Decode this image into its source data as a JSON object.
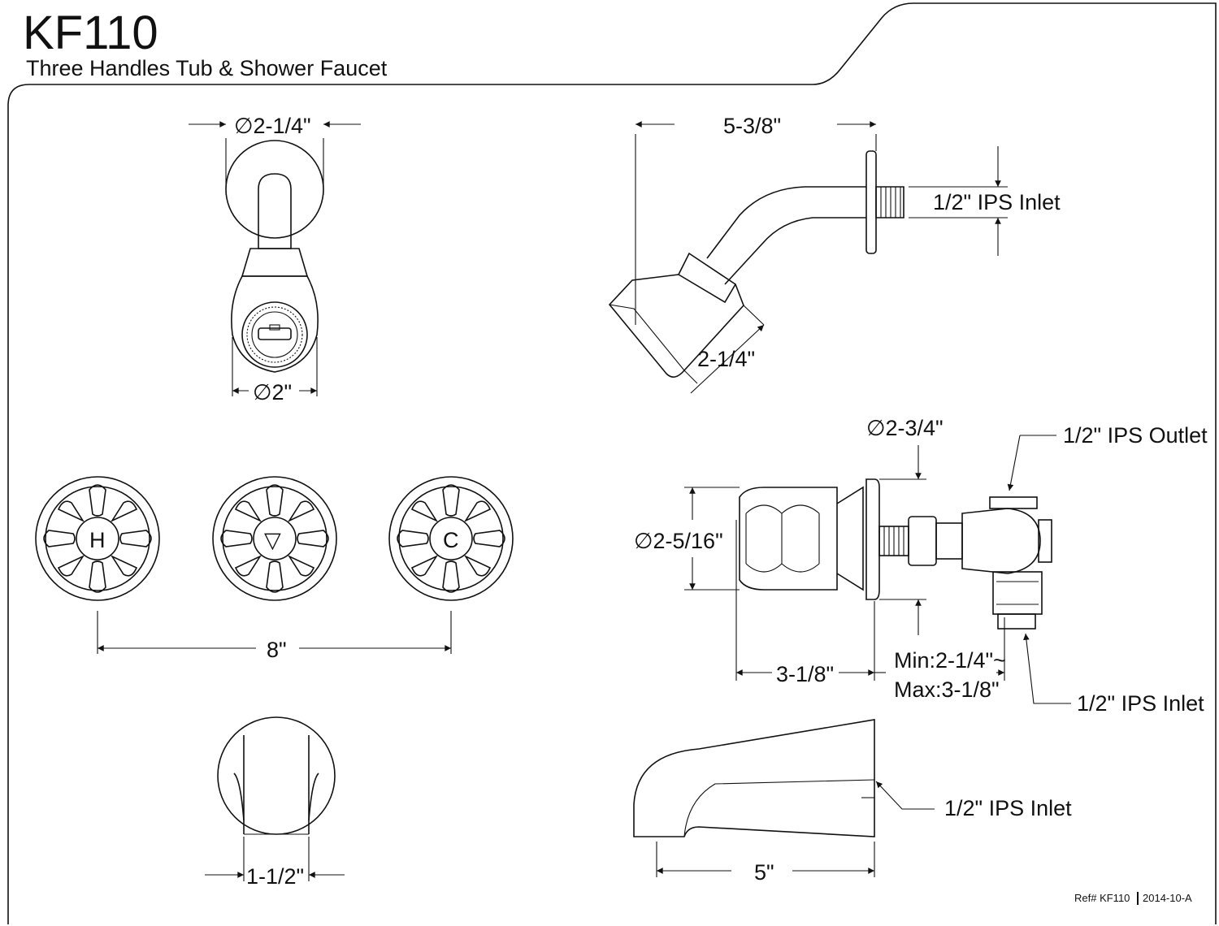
{
  "title": "KF110",
  "subtitle": "Three Handles Tub & Shower Faucet",
  "dimensions": {
    "arm_flange_diameter": "∅2-1/4\"",
    "head_diameter": "∅2\"",
    "arm_length": "5-3/8\"",
    "arm_inlet": "1/2\" IPS Inlet",
    "head_length": "2-1/4\"",
    "handle_spacing": "8\"",
    "escutcheon_diameter": "∅2-3/4\"",
    "handle_diameter": "∅2-5/16\"",
    "valve_outlet": "1/2\" IPS Outlet",
    "handle_length": "3-1/8\"",
    "stem_range_min": "Min:2-1/4\"~",
    "stem_range_max": "Max:3-1/8\"",
    "valve_inlet": "1/2\" IPS Inlet",
    "spout_width": "1-1/2\"",
    "spout_inlet": "1/2\" IPS Inlet",
    "spout_length": "5\""
  },
  "handles": [
    {
      "label": "H"
    },
    {
      "label": "▽"
    },
    {
      "label": "C"
    }
  ],
  "ref": {
    "code": "Ref# KF110",
    "revision": "2014-10-A"
  }
}
